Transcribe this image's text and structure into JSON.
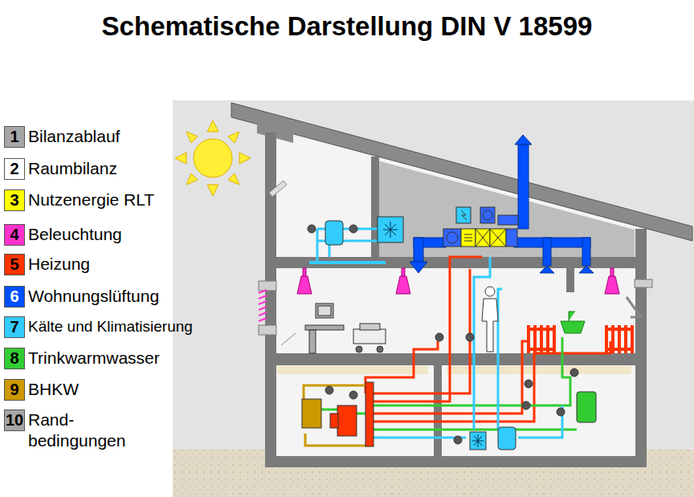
{
  "diagram": {
    "title": "Schematische Darstellung DIN V 18599",
    "labels": [
      "1",
      "2",
      "3",
      "4",
      "5",
      "6",
      "7",
      "8",
      "9",
      "10"
    ],
    "legend": [
      {
        "text": "Bilanzablauf",
        "color": "#a6a6a6"
      },
      {
        "text": "Raumbilanz",
        "color": "#ffffff"
      },
      {
        "text": "Nutzenergie RLT",
        "color": "#ffff00"
      },
      {
        "text": "Beleuchtung",
        "color": "#ff33cc"
      },
      {
        "text": "Heizung",
        "color": "#ff3300"
      },
      {
        "text": "Wohnungslüftung",
        "color": "#0050ff"
      },
      {
        "text": "Kälte und Klimatisierung",
        "color": "#33ccff"
      },
      {
        "text": "Trinkwarmwasser",
        "color": "#33cc33"
      },
      {
        "text": "BHKW",
        "color": "#cc9900"
      },
      {
        "text": "Rand- bedingungen",
        "color": "#a6a6a6"
      }
    ]
  }
}
